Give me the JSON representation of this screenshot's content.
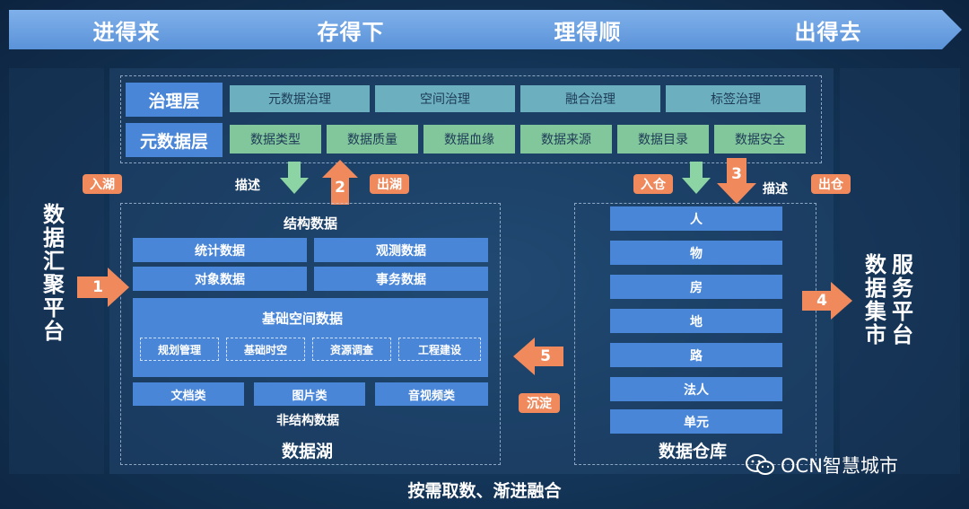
{
  "banner": {
    "stages": [
      "进得来",
      "存得下",
      "理得顺",
      "出得去"
    ]
  },
  "left_column": {
    "label": "数据汇聚平台"
  },
  "right_column": {
    "label_col1": "数据集市",
    "label_col2": "服务平台"
  },
  "governance": {
    "label": "治理层",
    "items": [
      "元数据治理",
      "空间治理",
      "融合治理",
      "标签治理"
    ]
  },
  "metadata": {
    "label": "元数据层",
    "items": [
      "数据类型",
      "数据质量",
      "数据血缘",
      "数据来源",
      "数据目录",
      "数据安全"
    ]
  },
  "flows": {
    "in_lake": "入湖",
    "out_lake": "出湖",
    "describe_left": "描述",
    "in_warehouse": "入仓",
    "out_warehouse": "出仓",
    "describe_right": "描述",
    "settle": "沉淀",
    "num1": "1",
    "num2": "2",
    "num3": "3",
    "num4": "4",
    "num5": "5"
  },
  "lake": {
    "structured_title": "结构数据",
    "structured": [
      "统计数据",
      "观测数据",
      "对象数据",
      "事务数据"
    ],
    "spatial_title": "基础空间数据",
    "spatial_items": [
      "规划管理",
      "基础时空",
      "资源调查",
      "工程建设"
    ],
    "unstructured": [
      "文档类",
      "图片类",
      "音视频类"
    ],
    "unstructured_title": "非结构数据",
    "title": "数据湖"
  },
  "warehouse": {
    "items": [
      "人",
      "物",
      "房",
      "地",
      "路",
      "法人",
      "单元"
    ],
    "title": "数据仓库"
  },
  "footer": {
    "caption": "按需取数、渐进融合"
  },
  "watermark": {
    "text": "OCN智慧城市"
  },
  "colors": {
    "layer_blue": "#4a86d8",
    "governance_teal": "#6cb0bf",
    "metadata_green": "#82c79c",
    "accent_orange": "#f08a5d",
    "arrow_green": "#8cd4a4"
  }
}
